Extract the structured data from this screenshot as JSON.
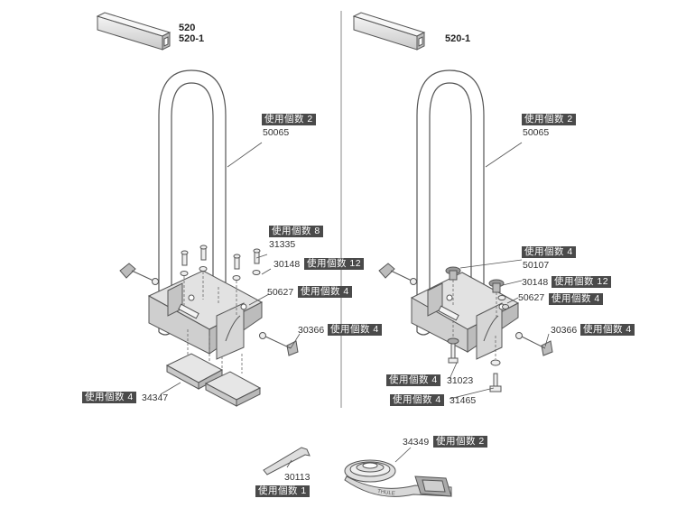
{
  "left": {
    "models": [
      "520",
      "520-1"
    ],
    "ubar": {
      "qty": "使用個数 2",
      "part": "50065"
    },
    "bolt": {
      "qty": "使用個数 8",
      "part": "31335"
    },
    "washer": {
      "part": "30148",
      "qty": "使用個数 12"
    },
    "nut": {
      "part": "50627",
      "qty": "使用個数 4"
    },
    "knob": {
      "part": "30366",
      "qty": "使用個数 4"
    },
    "pad": {
      "qty": "使用個数 4",
      "part": "34347"
    }
  },
  "right": {
    "models": [
      "520-1"
    ],
    "ubar": {
      "qty": "使用個数 2",
      "part": "50065"
    },
    "tnut": {
      "qty": "使用個数 4",
      "part": "50107"
    },
    "washer": {
      "part": "30148",
      "qty": "使用個数 12"
    },
    "nut": {
      "part": "50627",
      "qty": "使用個数 4"
    },
    "knob": {
      "part": "30366",
      "qty": "使用個数 4"
    },
    "screw": {
      "qty": "使用個数 4",
      "part": "31023"
    },
    "bolt": {
      "qty": "使用個数 4",
      "part": "31465"
    }
  },
  "bottom": {
    "wrench": {
      "part": "30113",
      "qty": "使用個数 1"
    },
    "strap": {
      "part": "34349",
      "qty": "使用個数 2"
    },
    "strap_print": "THULE"
  },
  "colors": {
    "tag_bg": "#4a4a4a",
    "line": "#555555",
    "part_fill": "#e6e6e6",
    "shade": "#9a9a9a"
  }
}
